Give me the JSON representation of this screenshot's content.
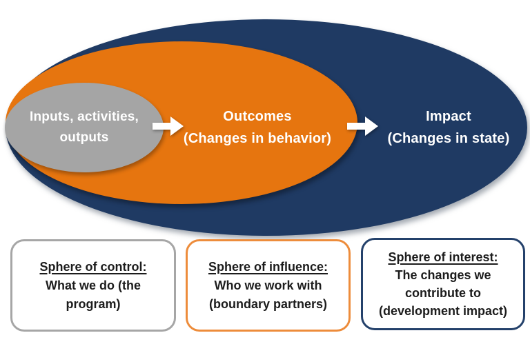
{
  "colors": {
    "navy": "#1f3a63",
    "orange": "#e6750f",
    "gray": "#a5a5a5",
    "box_gray_border": "#a6a6a6",
    "box_orange_border": "#ed8c3b",
    "box_navy_border": "#24416b",
    "label_white": "#ffffff",
    "text_black": "#1c1c1c"
  },
  "ellipses": {
    "control": {
      "line1": "Inputs, activities,",
      "line2": "outputs"
    },
    "influence": {
      "line1": "Outcomes",
      "line2": "(Changes in behavior)"
    },
    "interest": {
      "line1": "Impact",
      "line2": "(Changes in state)"
    }
  },
  "icons": {
    "arrow": "block-right-arrow"
  },
  "boxes": [
    {
      "title": "Sphere of control:",
      "lines": [
        "What we do (the",
        "program)"
      ]
    },
    {
      "title": "Sphere of influence:",
      "lines": [
        "Who we work with",
        "(boundary partners)"
      ]
    },
    {
      "title": "Sphere of interest:",
      "lines": [
        "The changes we",
        "contribute to",
        "(development impact)"
      ]
    }
  ]
}
